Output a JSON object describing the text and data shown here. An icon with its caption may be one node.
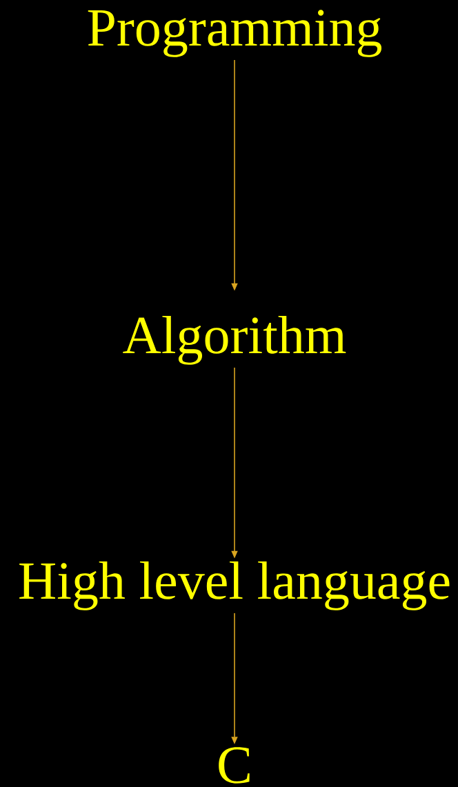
{
  "diagram": {
    "nodes": [
      {
        "text": [
          "Programming"
        ]
      },
      {
        "text": [
          "Algorithm"
        ]
      },
      {
        "text": [
          "High level language"
        ]
      },
      {
        "text": [
          "C"
        ]
      }
    ],
    "edges": [
      {
        "from": 0,
        "to": 1,
        "arrow": "to"
      },
      {
        "from": 1,
        "to": 2,
        "arrow": "to"
      },
      {
        "from": 2,
        "to": 3,
        "arrow": "to"
      }
    ]
  }
}
